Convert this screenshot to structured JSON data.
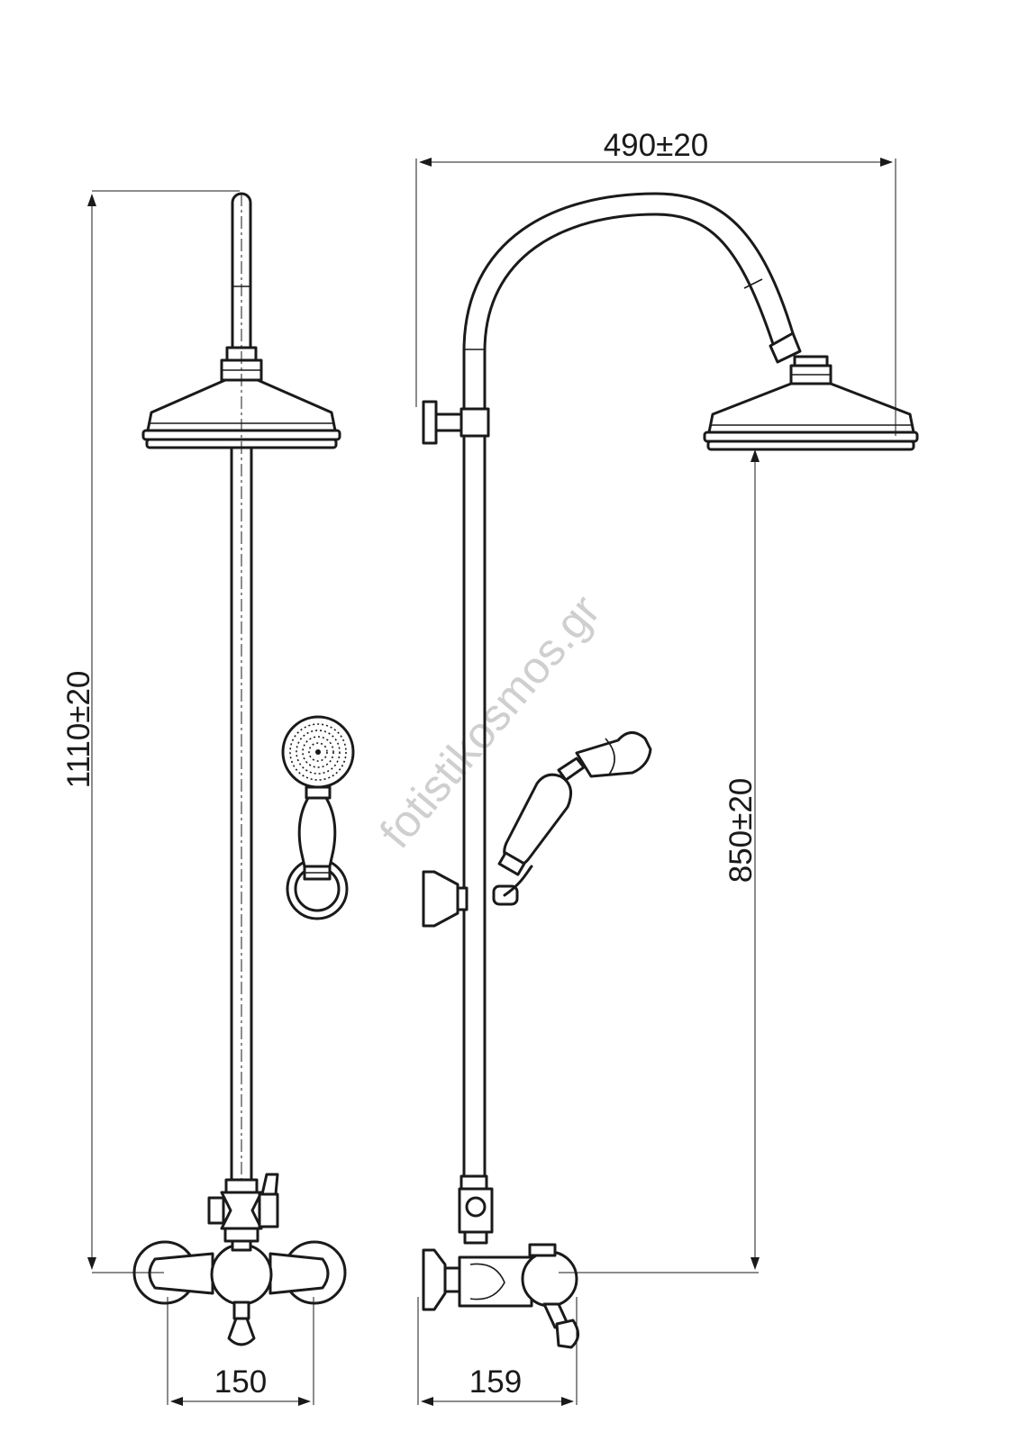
{
  "dimensions": {
    "total_height": "1110±20",
    "arm_width": "490±20",
    "head_height": "850±20",
    "mixer_width": "150",
    "mixer_depth": "159"
  },
  "watermark": "fotistikosmos.gr"
}
